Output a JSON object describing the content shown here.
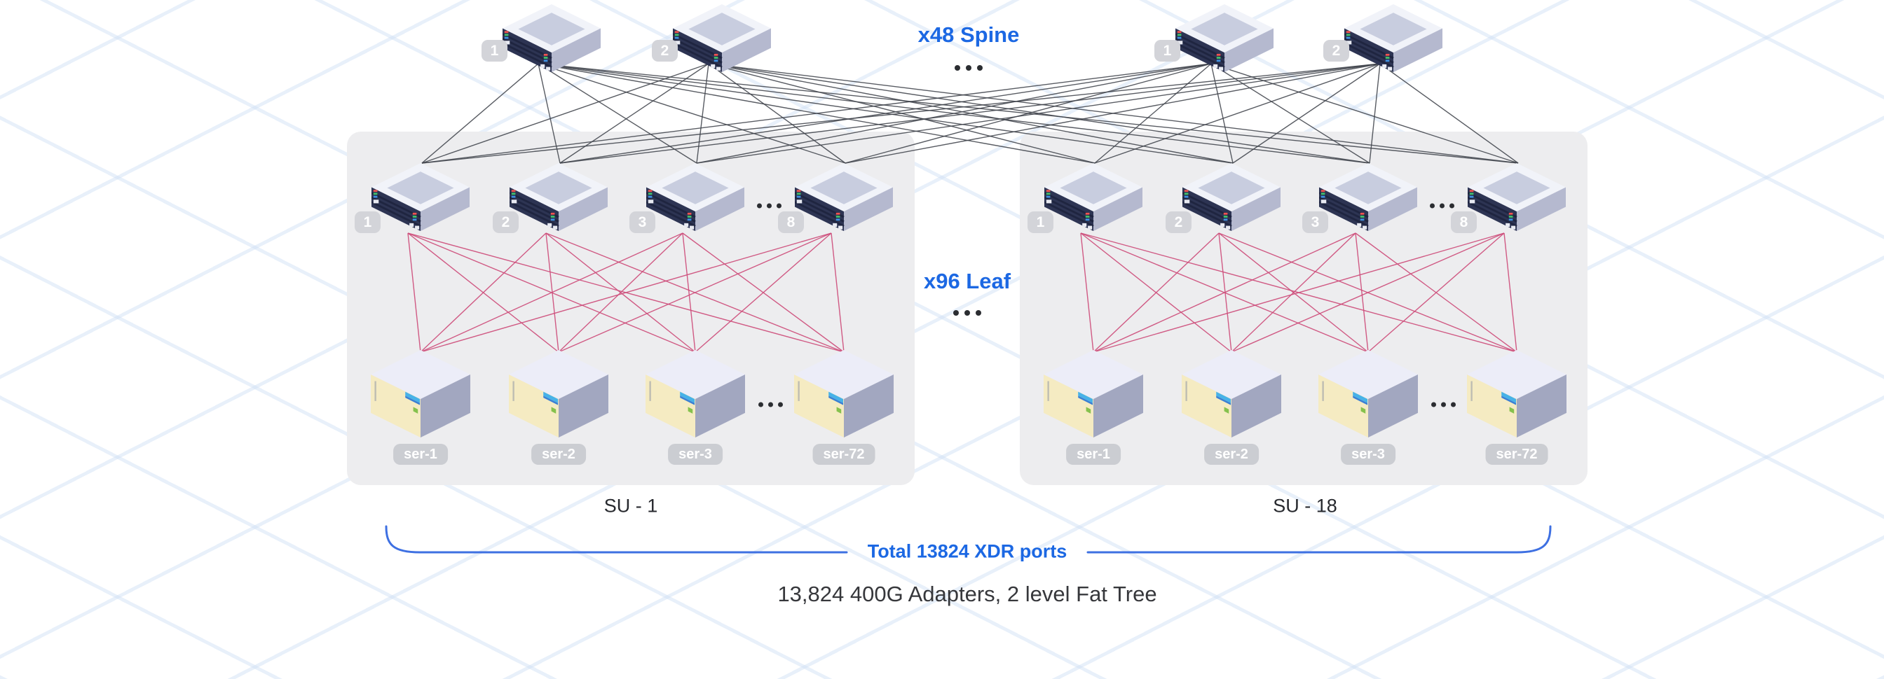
{
  "diagram": {
    "spine_section": {
      "label": "x48 Spine",
      "ellipsis": "...",
      "switches": [
        {
          "badge": "1"
        },
        {
          "badge": "2"
        },
        {
          "badge": "1"
        },
        {
          "badge": "2"
        }
      ]
    },
    "leaf_section": {
      "label": "x96 Leaf",
      "ellipsis": "..."
    },
    "groups": [
      {
        "caption": "SU - 1",
        "leaf_switches": [
          {
            "badge": "1"
          },
          {
            "badge": "2"
          },
          {
            "badge": "3"
          },
          {
            "badge": "8"
          }
        ],
        "leaf_ellipsis": "...",
        "servers": [
          {
            "label": "ser-1"
          },
          {
            "label": "ser-2"
          },
          {
            "label": "ser-3"
          },
          {
            "label": "ser-72"
          }
        ],
        "server_ellipsis": "..."
      },
      {
        "caption": "SU - 18",
        "leaf_switches": [
          {
            "badge": "1"
          },
          {
            "badge": "2"
          },
          {
            "badge": "3"
          },
          {
            "badge": "8"
          }
        ],
        "leaf_ellipsis": "...",
        "servers": [
          {
            "label": "ser-1"
          },
          {
            "label": "ser-2"
          },
          {
            "label": "ser-3"
          },
          {
            "label": "ser-72"
          }
        ],
        "server_ellipsis": "..."
      }
    ],
    "bracket_label": "Total 13824 XDR ports",
    "footer_caption": "13,824 400G Adapters, 2 level Fat Tree",
    "colors": {
      "accent_blue": "#1c68e3",
      "spine_leaf_link": "#41454d",
      "leaf_server_link": "#ce4e7b",
      "container_bg": "#ededef",
      "bracket_stroke": "#3e70e2"
    }
  }
}
